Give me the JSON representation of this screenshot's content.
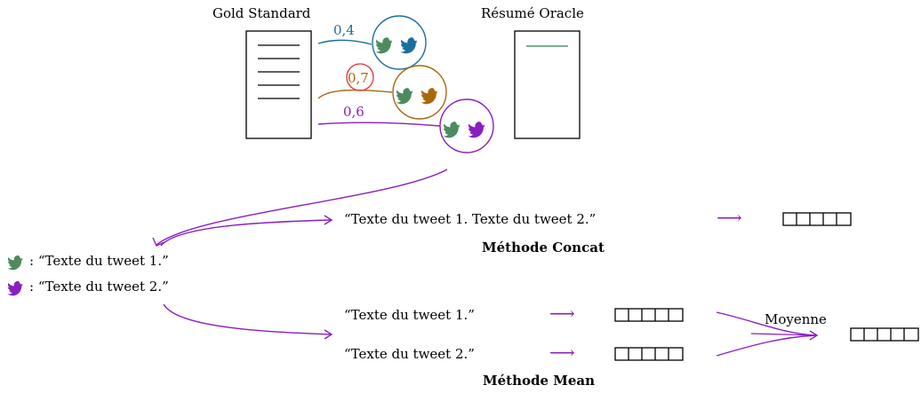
{
  "colors": {
    "blue": "#1a6e9e",
    "orange": "#a8680f",
    "purple": "#8a1ec0",
    "green": "#4e8a60",
    "red": "#e0312f",
    "line_green": "#2e7d4f"
  },
  "icons": [
    "tweet-bird-icon"
  ],
  "header": {
    "gold_label": "Gold Standard",
    "oracle_label": "Résumé Oracle"
  },
  "scores": {
    "s1": "0,4",
    "s2": "0,7",
    "s3": "0,6"
  },
  "tweets": {
    "t1": ": “Texte du tweet 1.”",
    "t2": ": “Texte du tweet 2.”"
  },
  "concat": {
    "text": "“Texte du tweet 1. Texte du tweet 2.”",
    "arrow": "⟶",
    "title": "Méthode Concat"
  },
  "mean": {
    "t1": "“Texte du tweet 1.”",
    "t2": "“Texte du tweet 2.”",
    "arrow": "⟶",
    "avg_label": "Moyenne",
    "title": "Méthode Mean"
  }
}
